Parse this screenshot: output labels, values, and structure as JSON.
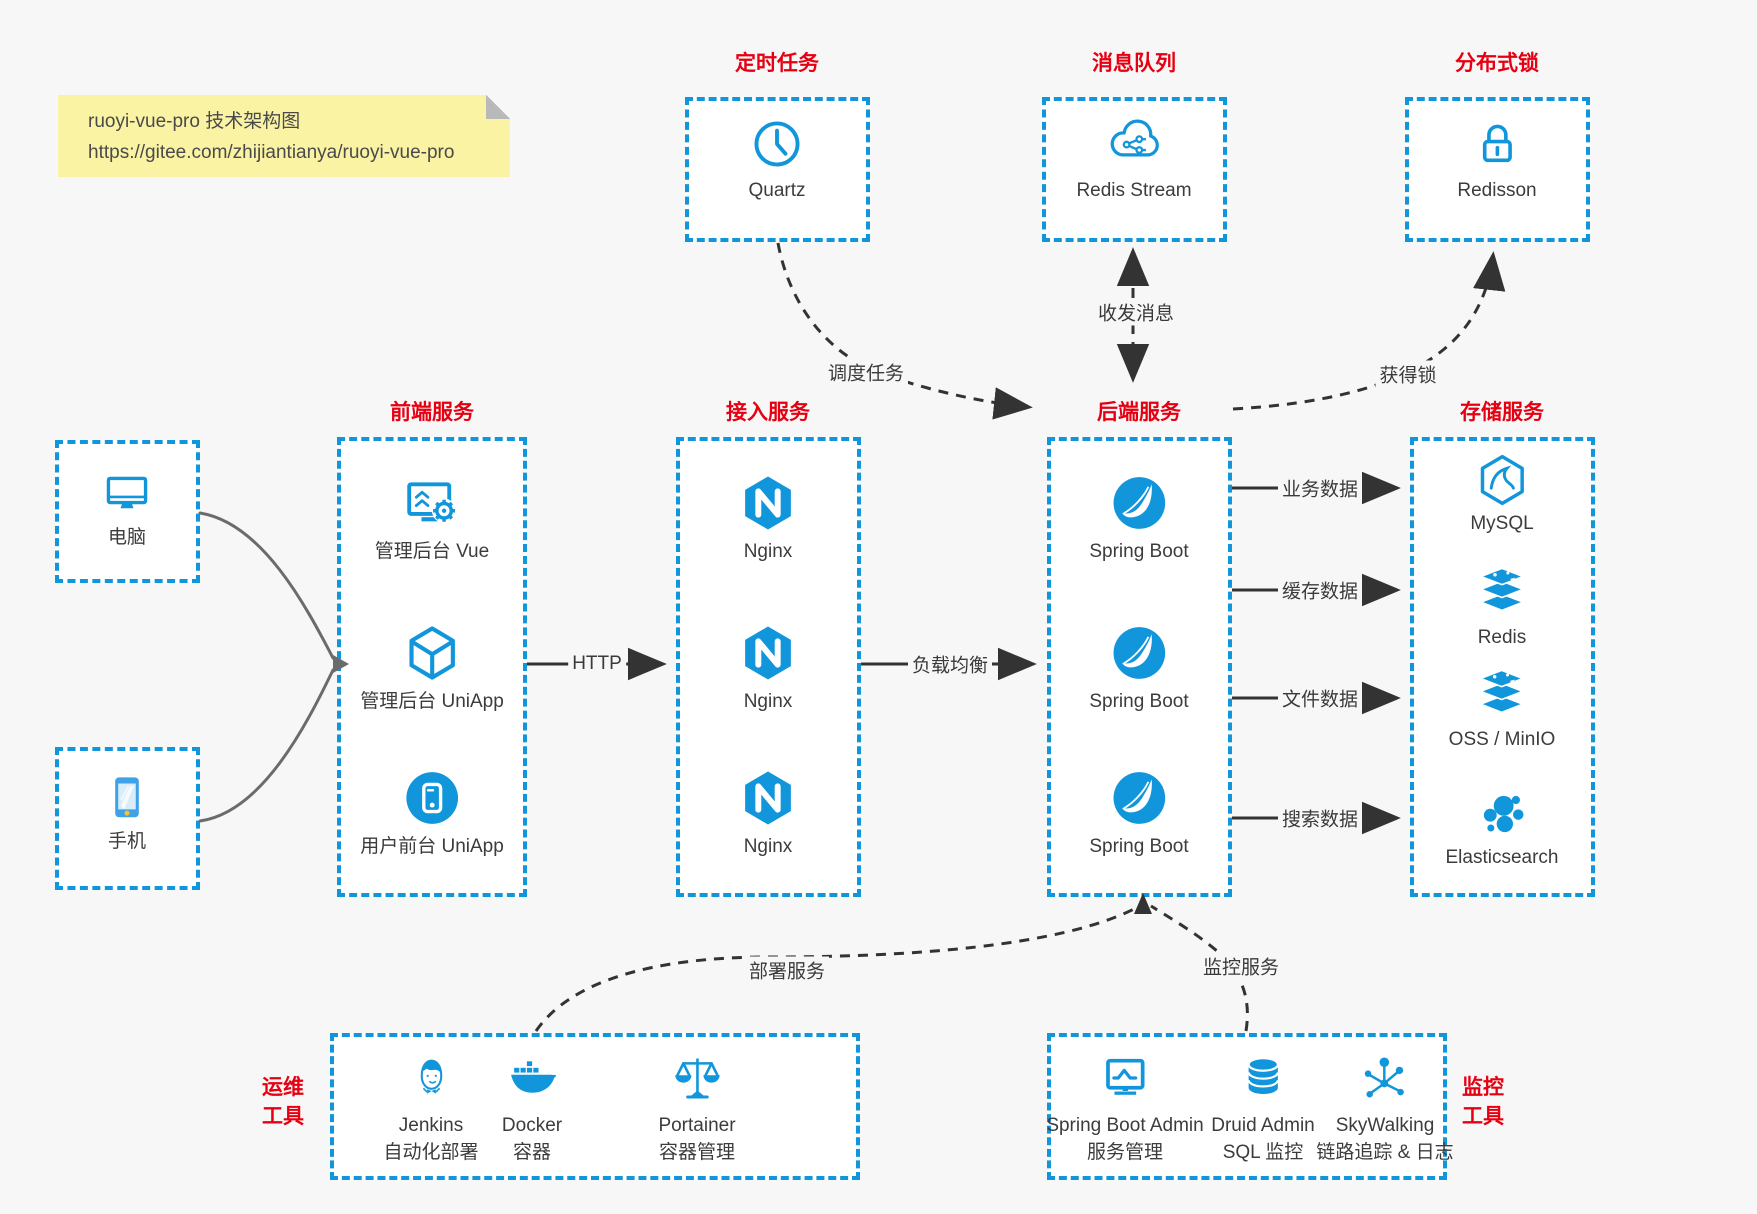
{
  "note": {
    "line1": "ruoyi-vue-pro 技术架构图",
    "line2": "https://gitee.com/zhijiantianya/ruoyi-vue-pro"
  },
  "colors": {
    "accent_blue": "#1296db",
    "title_red": "#e60012",
    "arrow_dark": "#333333",
    "note_yellow": "#FAF3A3"
  },
  "top_groups": [
    {
      "title": "定时任务",
      "item": {
        "label": "Quartz",
        "icon": "clock-icon"
      }
    },
    {
      "title": "消息队列",
      "item": {
        "label": "Redis Stream",
        "icon": "cloud-mq-icon"
      }
    },
    {
      "title": "分布式锁",
      "item": {
        "label": "Redisson",
        "icon": "lock-icon"
      }
    }
  ],
  "clients": [
    {
      "label": "电脑",
      "icon": "computer-icon"
    },
    {
      "label": "手机",
      "icon": "phone-icon"
    }
  ],
  "columns": [
    {
      "title": "前端服务",
      "items": [
        "管理后台 Vue",
        "管理后台 UniApp",
        "用户前台 UniApp"
      ]
    },
    {
      "title": "接入服务",
      "items": [
        "Nginx",
        "Nginx",
        "Nginx"
      ]
    },
    {
      "title": "后端服务",
      "items": [
        "Spring Boot",
        "Spring Boot",
        "Spring Boot"
      ]
    },
    {
      "title": "存储服务",
      "items": [
        "MySQL",
        "Redis",
        "OSS / MinIO",
        "Elasticsearch"
      ]
    }
  ],
  "bottom_groups": [
    {
      "title_line1": "运维",
      "title_line2": "工具",
      "items": [
        {
          "name": "Jenkins",
          "desc": "自动化部署"
        },
        {
          "name": "Docker",
          "desc": "容器"
        },
        {
          "name": "Portainer",
          "desc": "容器管理"
        }
      ]
    },
    {
      "title_line1": "监控",
      "title_line2": "工具",
      "items": [
        {
          "name": "Spring Boot Admin",
          "desc": "服务管理"
        },
        {
          "name": "Druid Admin",
          "desc": "SQL 监控"
        },
        {
          "name": "SkyWalking",
          "desc": "链路追踪 & 日志"
        }
      ]
    }
  ],
  "edge_labels": {
    "http": "HTTP",
    "load_balance": "负载均衡",
    "schedule": "调度任务",
    "message": "收发消息",
    "lock": "获得锁",
    "biz_data": "业务数据",
    "cache_data": "缓存数据",
    "file_data": "文件数据",
    "search_data": "搜索数据",
    "deploy": "部署服务",
    "monitor": "监控服务"
  }
}
